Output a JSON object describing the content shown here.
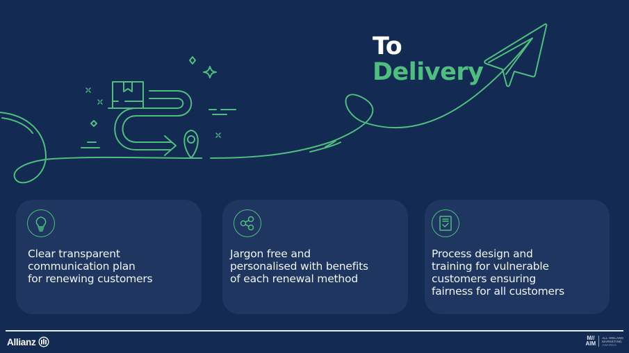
{
  "slide": {
    "background": "#132a52",
    "accent": "#4fbf7f",
    "card_background": "#1e3660"
  },
  "title": {
    "line1": "To",
    "line2": "Delivery"
  },
  "illustration": {
    "icons": [
      "package-box-icon",
      "winding-route-arrow-icon",
      "location-pin-icon",
      "paper-plane-icon",
      "sparkle-icon"
    ]
  },
  "cards": [
    {
      "icon": "lightbulb-icon",
      "text": "Clear transparent communication plan for renewing customers",
      "lines": [
        "Clear transparent",
        "communication plan",
        "for renewing customers"
      ]
    },
    {
      "icon": "share-icon",
      "text": "Jargon free and personalised with benefits of each renewal method",
      "lines": [
        "Jargon free and",
        "personalised with benefits",
        "of each renewal method"
      ]
    },
    {
      "icon": "checklist-document-icon",
      "text": "Process design and training for vulnerable customers ensuring fairness for all customers",
      "lines": [
        "Process design and",
        "training for vulnerable",
        "customers ensuring",
        "fairness for all customers"
      ]
    }
  ],
  "footer": {
    "brand": "Allianz",
    "award_mark_top": "M//",
    "award_mark_bottom": "AIM",
    "award_lines": [
      "ALL IRELAND",
      "MARKETING",
      "AWARDS"
    ]
  }
}
